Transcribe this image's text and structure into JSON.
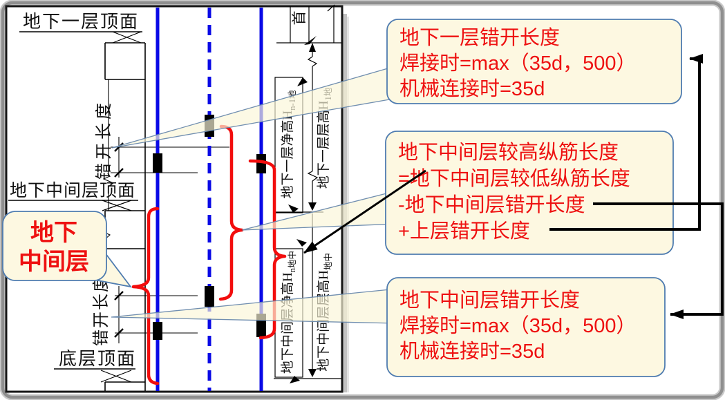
{
  "drawing": {
    "floor_labels": [
      {
        "text": "地下一层顶面"
      },
      {
        "text": "地下中间层顶面"
      },
      {
        "text": "底层顶面"
      }
    ],
    "stagger_dim_labels": {
      "upper": "错开长度",
      "lower": "错开长度"
    },
    "height_labels": [
      {
        "main": "地下一层净高H",
        "sub": "n-1地"
      },
      {
        "main": "地下一层层高H",
        "sub": "1地"
      },
      {
        "main": "地下中间层净高H",
        "sub": "n地中"
      },
      {
        "main": "地下中间层层高H",
        "sub": "地中"
      }
    ],
    "top_partial_label": "首",
    "bubble": {
      "line1": "地下",
      "line2": "中间层"
    }
  },
  "callouts": [
    {
      "lines": [
        "地下一层错开长度",
        "焊接时=max（35d，500）",
        "机械连接时=35d"
      ]
    },
    {
      "lines": [
        "地下中间层较高纵筋长度",
        "=地下中间层较低纵筋长度",
        "-地下中间层错开长度",
        "+上层错开长度"
      ]
    },
    {
      "lines": [
        "地下中间层错开长度",
        "焊接时=max（35d，500）",
        "机械连接时=35d"
      ]
    }
  ],
  "colors": {
    "callout_fill": "#fdf8e1",
    "callout_border": "#4f7cb0",
    "annotation_red": "#ee1111",
    "rebar_blue": "#0a0ae6",
    "brace_red": "#f20d0d",
    "linework_black": "#000000",
    "frame_gray": "#8f8f8f"
  }
}
